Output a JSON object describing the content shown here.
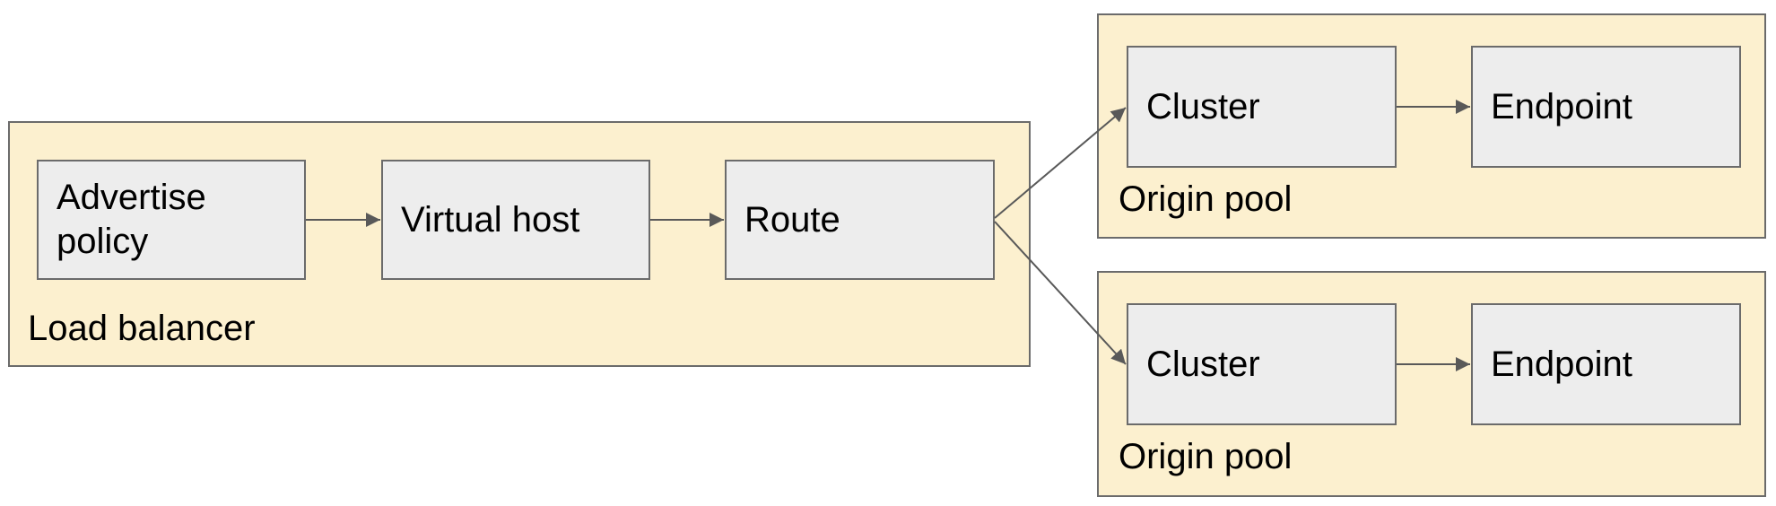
{
  "diagram": {
    "load_balancer": {
      "label": "Load balancer",
      "advertise_policy": "Advertise\npolicy",
      "virtual_host": "Virtual host",
      "route": "Route"
    },
    "origin_pools": [
      {
        "label": "Origin pool",
        "cluster": "Cluster",
        "endpoint": "Endpoint"
      },
      {
        "label": "Origin pool",
        "cluster": "Cluster",
        "endpoint": "Endpoint"
      }
    ],
    "colors": {
      "group_fill": "#fcf0cf",
      "node_fill": "#ededed",
      "stroke": "#6b6b6b",
      "arrow": "#595959"
    }
  }
}
